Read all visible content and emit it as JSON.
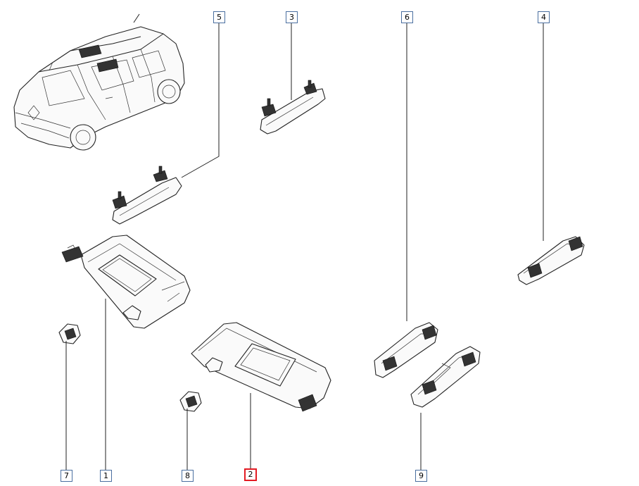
{
  "callouts": [
    {
      "label": "1",
      "selected": false
    },
    {
      "label": "2",
      "selected": true
    },
    {
      "label": "3",
      "selected": false
    },
    {
      "label": "4",
      "selected": false
    },
    {
      "label": "5",
      "selected": false
    },
    {
      "label": "6",
      "selected": false
    },
    {
      "label": "7",
      "selected": false
    },
    {
      "label": "8",
      "selected": false
    },
    {
      "label": "9",
      "selected": false
    }
  ],
  "colors": {
    "callout_border": "#4a6fa0",
    "selected_border": "#e31b23",
    "line": "#222222"
  }
}
